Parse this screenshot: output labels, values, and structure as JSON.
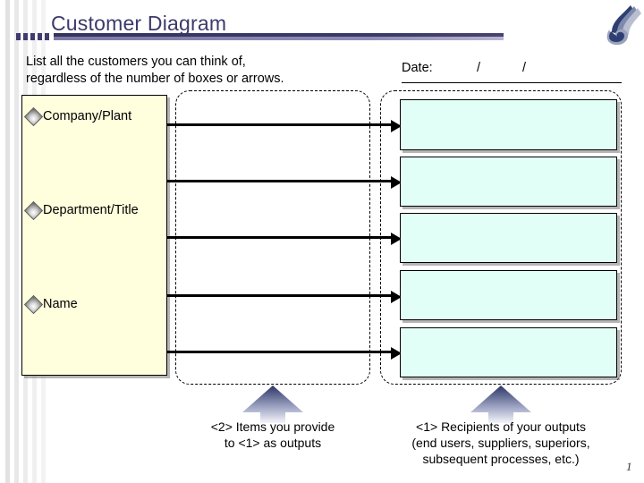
{
  "slide": {
    "title": "Customer Diagram",
    "intro_line_1": "List all the customers you can think of,",
    "intro_line_2": "regardless of the number of boxes or arrows.",
    "page_number": "1"
  },
  "date_field": {
    "label": "Date:",
    "separator_1": "/",
    "separator_2": "/",
    "value": ""
  },
  "supplier_box": {
    "fill_color": "#ffffdd",
    "bullets": [
      {
        "label": "Company/Plant",
        "icon": "diamond-bullet-icon"
      },
      {
        "label": "Department/Title",
        "icon": "diamond-bullet-icon"
      },
      {
        "label": "Name",
        "icon": "diamond-bullet-icon"
      }
    ]
  },
  "arrows": {
    "count": 5,
    "color": "#000000"
  },
  "receiver_boxes": {
    "fill_color": "#e2fff7",
    "count": 5,
    "values": [
      "",
      "",
      "",
      "",
      ""
    ]
  },
  "captions": {
    "middle": {
      "line_1": "<2> Items you provide",
      "line_2": "to <1> as outputs"
    },
    "right": {
      "line_1": "<1> Recipients of your outputs",
      "line_2": "(end users, suppliers, superiors,",
      "line_3": "subsequent processes, etc.)"
    }
  },
  "theme": {
    "title_color": "#3b3a6b",
    "divider_dark": "#35335f",
    "divider_light": "#8e8cb4",
    "logo_color": "#2e3f73"
  }
}
